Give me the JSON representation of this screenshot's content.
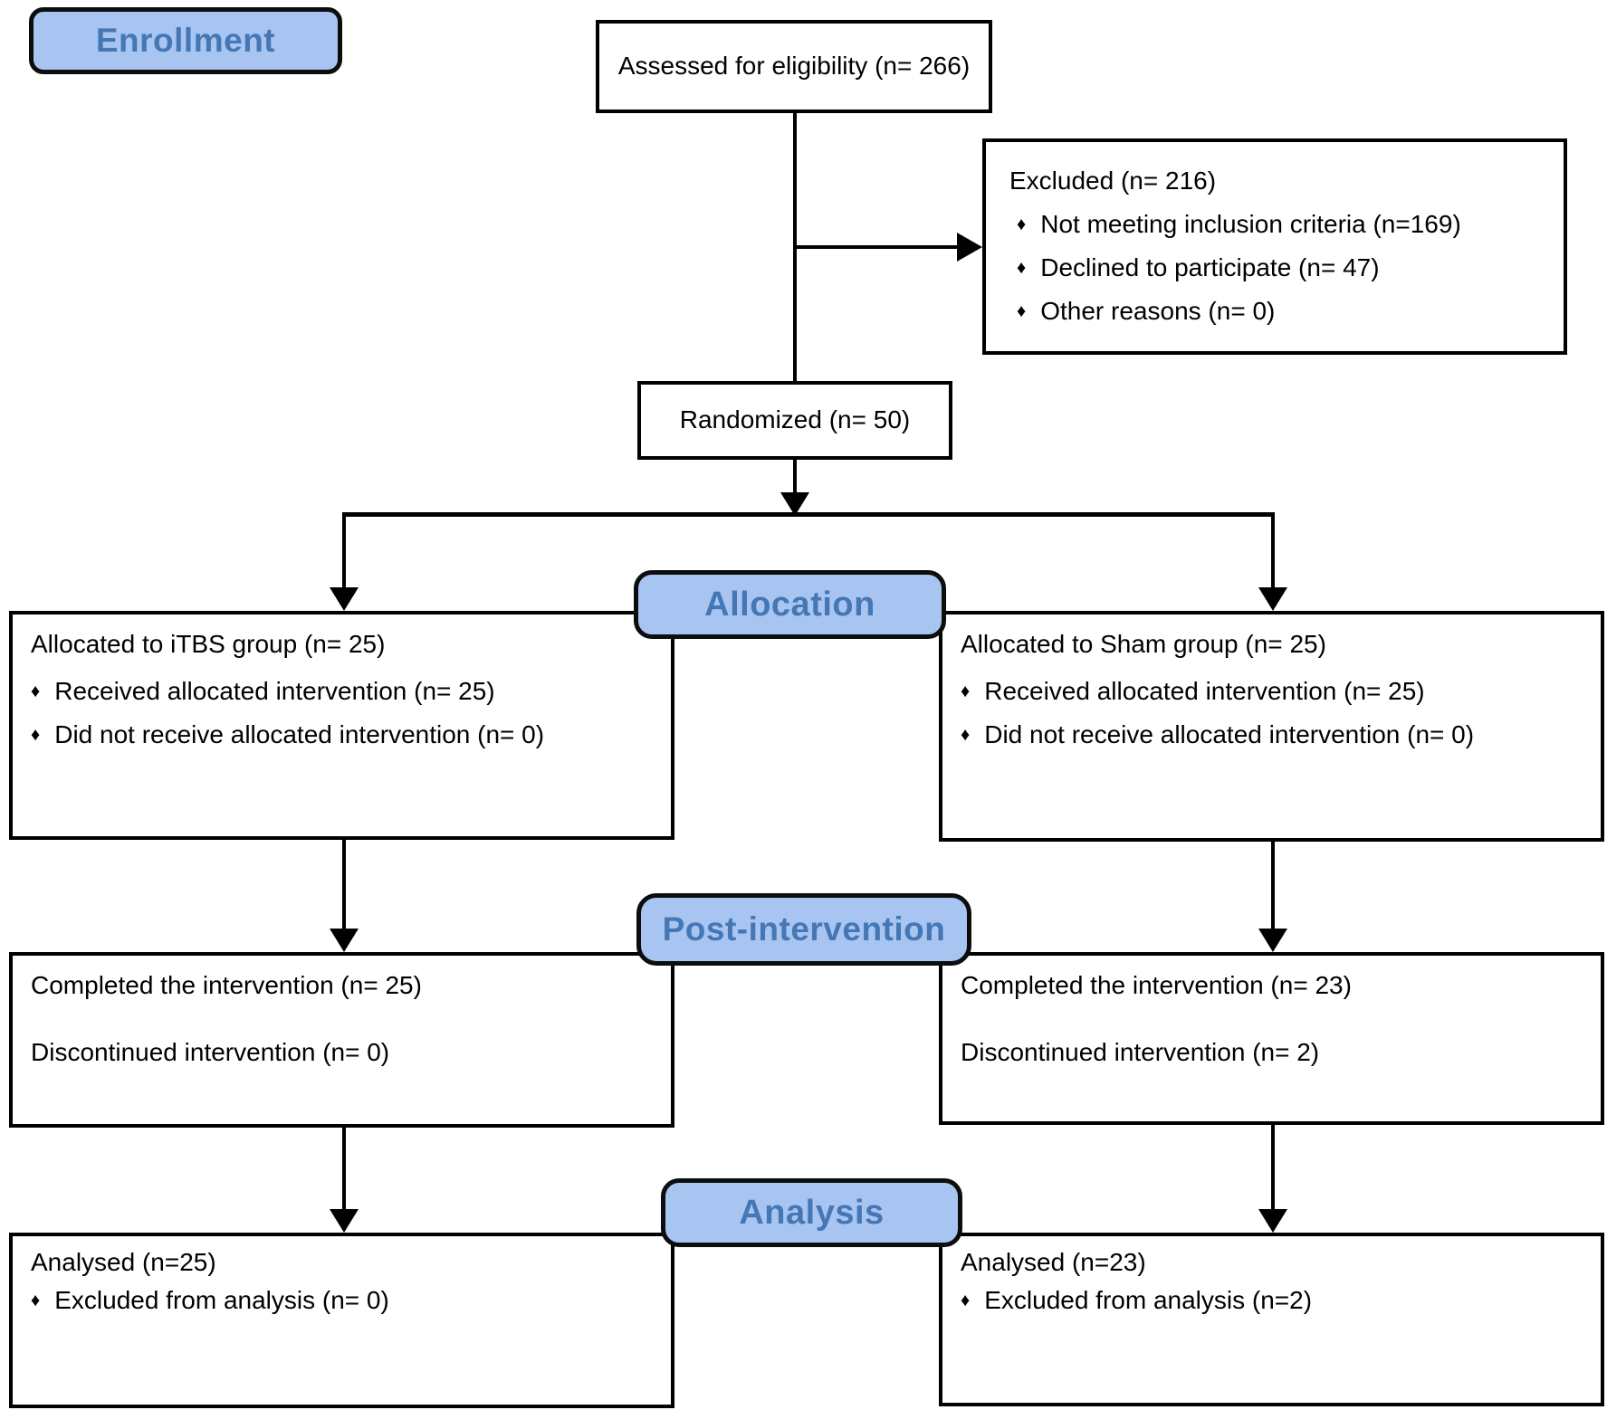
{
  "badges": {
    "enrollment": "Enrollment",
    "allocation": "Allocation",
    "post_intervention": "Post-intervention",
    "analysis": "Analysis"
  },
  "boxes": {
    "assessed": {
      "text": "Assessed for eligibility (n= 266)"
    },
    "excluded": {
      "title": "Excluded (n= 216)",
      "bullets": [
        "Not meeting inclusion criteria (n=169)",
        "Declined to participate (n= 47)",
        "Other reasons (n= 0)"
      ]
    },
    "randomized": {
      "text": "Randomized (n= 50)"
    },
    "alloc_left": {
      "title": "Allocated to iTBS group (n= 25)",
      "bullets": [
        "Received allocated intervention (n= 25)",
        "Did not receive allocated intervention (n= 0)"
      ]
    },
    "alloc_right": {
      "title": "Allocated to Sham group (n= 25)",
      "bullets": [
        "Received allocated intervention (n= 25)",
        "Did not receive allocated intervention (n= 0)"
      ]
    },
    "post_left": {
      "lines": [
        "Completed the intervention (n= 25)",
        "Discontinued intervention (n= 0)"
      ]
    },
    "post_right": {
      "lines": [
        "Completed the intervention (n= 23)",
        "Discontinued intervention (n= 2)"
      ]
    },
    "analysis_left": {
      "title": "Analysed (n=25)",
      "bullets": [
        "Excluded from analysis (n= 0)"
      ]
    },
    "analysis_right": {
      "title": "Analysed (n=23)",
      "bullets": [
        "Excluded from analysis (n=2)"
      ]
    }
  },
  "icons": {
    "bullet": "♦"
  },
  "colors": {
    "badge_fill": "#A8C5F2",
    "badge_text": "#4577B5",
    "line": "#000000"
  }
}
